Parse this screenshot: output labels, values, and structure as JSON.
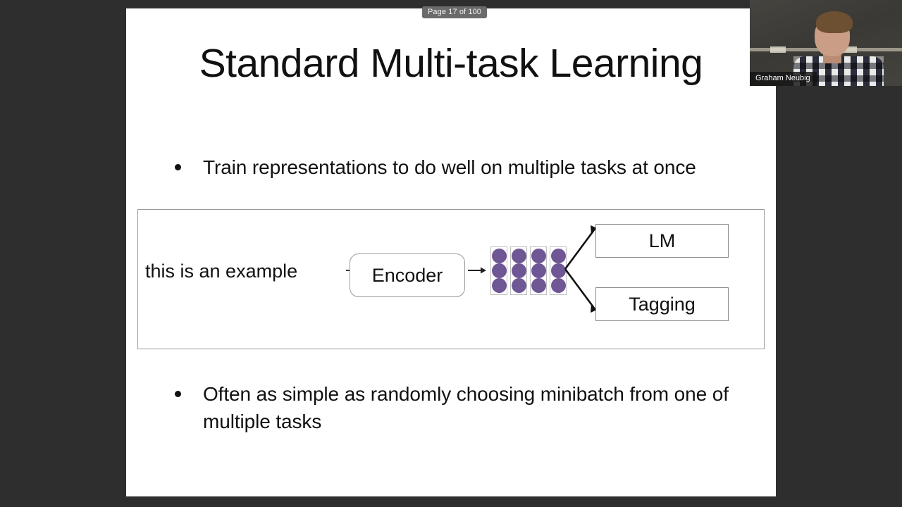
{
  "viewer": {
    "page_indicator": "Page 17 of 100",
    "background_color": "#2e2e2e"
  },
  "slide": {
    "title": "Standard Multi-task Learning",
    "background_color": "#ffffff",
    "bullets": [
      "Train representations to do well on multiple tasks at once",
      "Often as simple as randomly choosing minibatch from one of multiple tasks"
    ],
    "diagram": {
      "input_text": "this is an example",
      "encoder_label": "Encoder",
      "vector_grid": {
        "columns": 4,
        "rows": 3,
        "cell_color": "#6f5695",
        "frame_color": "#bfbfbf"
      },
      "outputs": [
        "LM",
        "Tagging"
      ],
      "border_color": "#9a9a9a"
    }
  },
  "speaker_video": {
    "name": "Graham Neubig"
  }
}
